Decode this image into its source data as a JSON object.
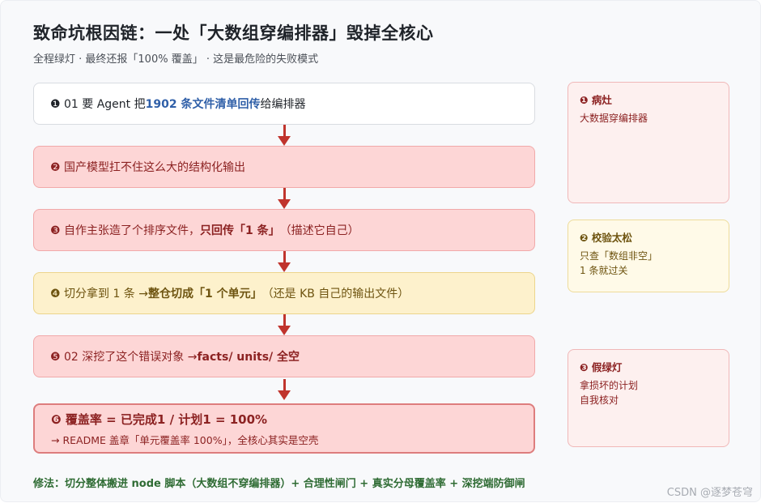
{
  "title": "致命坑根因链：一处「大数组穿编排器」毁掉全核心",
  "subtitle": "全程绿灯 · 最终还报「100% 覆盖」 · 这是最危险的失败模式",
  "steps": [
    {
      "prefix": "❶ 01 要 Agent 把 ",
      "highlight": "1902 条文件清单回传",
      "suffix": "给编排器"
    },
    {
      "text": "❷ 国产模型扛不住这么大的结构化输出"
    },
    {
      "prefix": "❸ 自作主张造了个排序文件，",
      "highlight": "只回传「1 条」",
      "suffix": "（描述它自己）"
    },
    {
      "prefix": "❹ 切分拿到 1 条 → ",
      "highlight": "整仓切成「1 个单元」",
      "suffix": "（还是 KB 自己的输出文件）"
    },
    {
      "prefix": "❺ 02 深挖了这个错误对象 → ",
      "highlight": "facts/ units/ 全空",
      "suffix": ""
    },
    {
      "line1": "❻ 覆盖率 = 已完成1 / 计划1 = 100%",
      "line2": "→ README 盖章「单元覆盖率 100%」，全核心其实是空壳"
    }
  ],
  "notes": [
    {
      "title": "❶ 病灶",
      "lines": [
        "大数据穿编排器"
      ]
    },
    {
      "title": "❷ 校验太松",
      "lines": [
        "只查「数组非空」",
        "1 条就过关"
      ]
    },
    {
      "title": "❸ 假绿灯",
      "lines": [
        "拿损坏的计划",
        "自我核对"
      ]
    }
  ],
  "fix": "修法：切分整体搬进 node 脚本（大数组不穿编排器）+ 合理性闸门 + 真实分母覆盖率 + 深挖端防御闸",
  "watermark": "CSDN @逐梦苍穹",
  "colors": {
    "arrow": "#c0342d",
    "red_fill": "#fdd6d6",
    "yellow_fill": "#fdf1cc",
    "highlight_blue": "#2f5fa8",
    "fix_green": "#2e6b33"
  }
}
